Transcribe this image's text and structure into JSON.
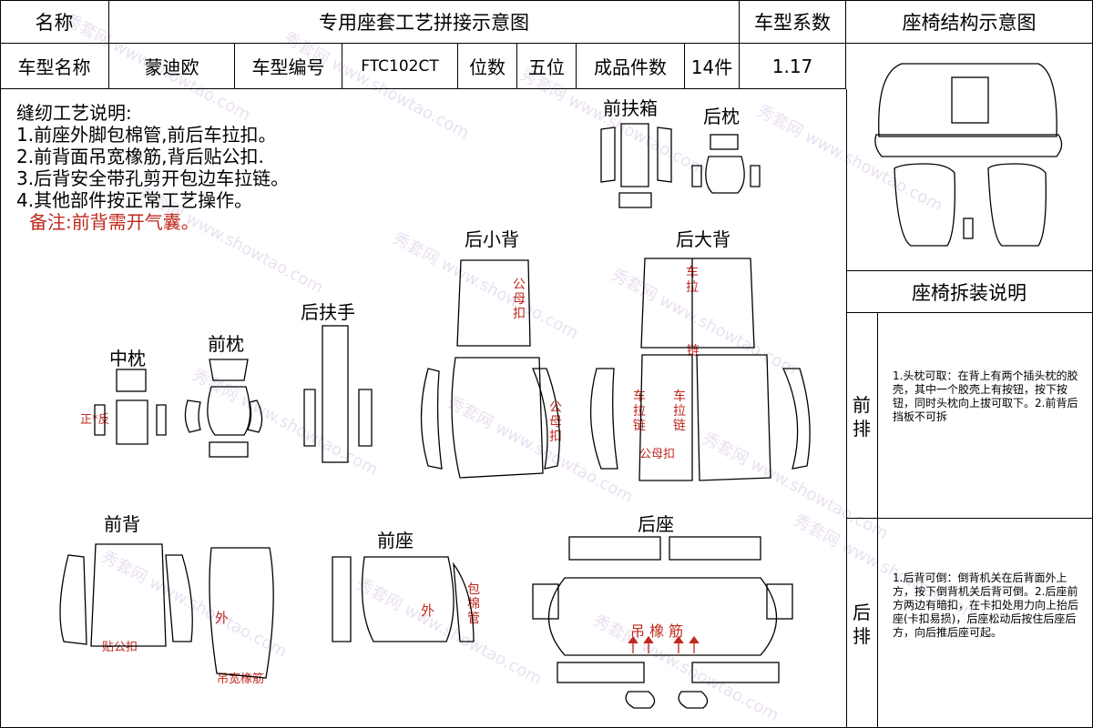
{
  "header": {
    "name_label": "名称",
    "title": "专用座套工艺拼接示意图",
    "coef_label": "车型系数",
    "struct_title": "座椅结构示意图",
    "model_name_label": "车型名称",
    "model_name": "蒙迪欧",
    "model_code_label": "车型编号",
    "model_code": "FTC102CT",
    "seats_label": "位数",
    "seats": "五位",
    "pieces_label": "成品件数",
    "pieces": "14件",
    "coef": "1.17"
  },
  "notes": {
    "title": "缝纫工艺说明:",
    "items": [
      "1.前座外脚包棉管,前后车拉扣。",
      "2.前背面吊宽橡筋,背后贴公扣.",
      "3.后背安全带孔剪开包边车拉链。",
      "4.其他部件按正常工艺操作。"
    ],
    "remark": "备注:前背需开气囊。"
  },
  "parts": {
    "front_armbox": "前扶箱",
    "rear_pillow": "后枕",
    "rear_small_back": "后小背",
    "rear_big_back": "后大背",
    "rear_armrest": "后扶手",
    "mid_pillow": "中枕",
    "front_pillow": "前枕",
    "front_back": "前背",
    "front_seat": "前座",
    "rear_seat": "后座"
  },
  "annotations": {
    "mid_pillow_pos": "正*反",
    "gongmukou": "公母扣",
    "chelalian": "车拉链",
    "chela": "车拉",
    "lian": "链",
    "tie_gongkou": "贴公扣",
    "wai": "外",
    "diaokuan": "吊宽橡筋",
    "baomianguan": "包棉管",
    "diaoxiangjin": "吊 橡 筋"
  },
  "right": {
    "disassembly_title": "座椅拆装说明",
    "front_row_label": "前排",
    "front_row_text": "1.头枕可取：在背上有两个插头枕的胶壳，其中一个胶壳上有按钮，按下按钮，同时头枕向上拔可取下。2.前背后挡板不可拆",
    "rear_row_label": "后排",
    "rear_row_text": "1.后背可倒：倒背机关在后背面外上方，按下倒背机关后背可倒。2.后座前方两边有暗扣，在卡扣处用力向上抬后座(卡扣易损)，后座松动后按住后座后方，向后推后座可起。"
  },
  "watermark": "秀套网 www.showtao.com",
  "colors": {
    "line": "#000000",
    "annotation": "#c0281e",
    "watermark": "#d9c8e6"
  }
}
